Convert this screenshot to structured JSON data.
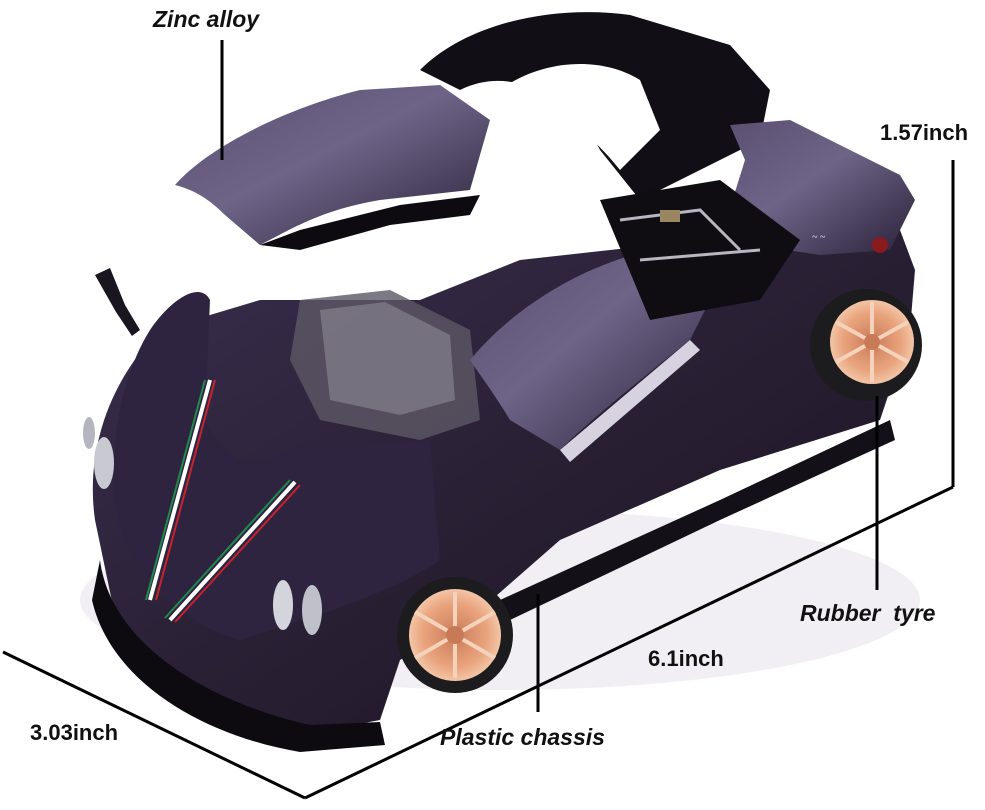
{
  "image": {
    "subject": "Purple die-cast model sports car with gull-wing doors, hood and engine cover open",
    "background_color": "#ffffff",
    "body_color": "#2a2035",
    "body_highlight_color": "#6a5f80",
    "rim_color": "#e9a47e",
    "tyre_color": "#1c1c1e",
    "stripe_colors": [
      "#1f8a4c",
      "#ffffff",
      "#c8232c"
    ]
  },
  "annotations": {
    "material_top": "Zinc alloy",
    "material_tyre": "Rubber  tyre",
    "material_chassis": "Plastic chassis",
    "height": "1.57inch",
    "length": "6.1inch",
    "width": "3.03inch"
  }
}
